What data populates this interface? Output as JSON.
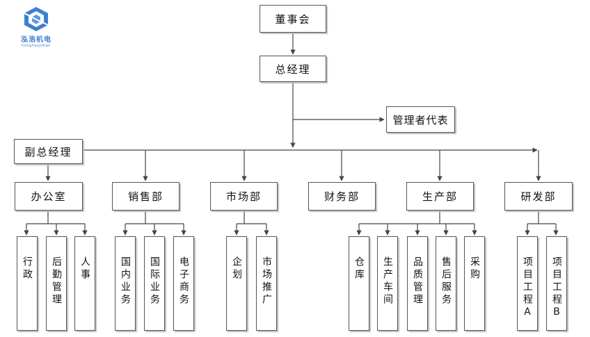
{
  "logo": {
    "name": "泓浩机电",
    "sub": "honghaojidian"
  },
  "top": {
    "board": "董事会",
    "gm": "总经理",
    "rep": "管理者代表",
    "deputy": "副总经理"
  },
  "departments": [
    {
      "name": "办公室",
      "units": [
        "行政",
        "后勤管理",
        "人事"
      ]
    },
    {
      "name": "销售部",
      "units": [
        "国内业务",
        "国际业务",
        "电子商务"
      ]
    },
    {
      "name": "市场部",
      "units": [
        "企划",
        "市场推广"
      ]
    },
    {
      "name": "财务部",
      "units": []
    },
    {
      "name": "生产部",
      "units": [
        "仓库",
        "生产车间",
        "品质管理",
        "售后服务",
        "采购"
      ]
    },
    {
      "name": "研发部",
      "units": [
        "项目工程A",
        "项目工程B"
      ]
    }
  ],
  "colors": {
    "line": "#444444",
    "border": "#555555",
    "logo": "#3f7fd1"
  }
}
